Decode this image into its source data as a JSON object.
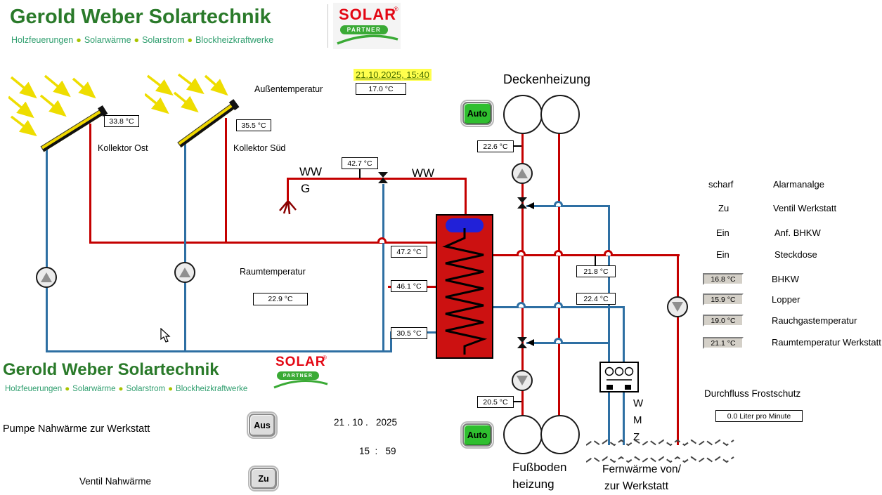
{
  "colors": {
    "pipe_hot": "#c40000",
    "pipe_cold": "#2e6fa3",
    "tank_red": "#cc1111",
    "tank_cap_blue": "#2121d8",
    "button_green": "#2fbf2f",
    "logo_green": "#2a7a2a",
    "solar_red": "#e30613",
    "partner_green": "#3aaa35",
    "highlight_yellow": "#ffff4d",
    "sun_yellow": "#eedd00"
  },
  "header": {
    "title": "Gerold Weber Solartechnik",
    "subtitle_items": [
      "Holzfeuerungen",
      "Solarwärme",
      "Solarstrom",
      "Blockheizkraftwerke"
    ],
    "solar_logo": {
      "word": "SOLAR",
      "partner": "PARTNER",
      "reg": "®"
    }
  },
  "top": {
    "datetime": "21.10.2025,  15:40",
    "outside_label": "Außentemperatur",
    "outside_temp": "17.0 °C"
  },
  "collectors": {
    "ost_label": "Kollektor Ost",
    "ost_temp": "33.8 °C",
    "sued_label": "Kollektor Süd",
    "sued_temp": "35.5 °C"
  },
  "ww": {
    "left_label": "WW",
    "g_label": "G",
    "right_label": "WW",
    "temp": "42.7 °C"
  },
  "tank": {
    "temp_top": "47.2 °C",
    "temp_mid": "46.1 °C",
    "temp_bottom": "30.5 °C"
  },
  "room": {
    "label": "Raumtemperatur",
    "temp": "22.9 °C"
  },
  "decken": {
    "label": "Deckenheizung",
    "auto": "Auto",
    "temp": "22.6 °C",
    "flow_temp": "21.8 °C",
    "return_temp": "22.4 °C"
  },
  "fussboden": {
    "label_line1": "Fußboden",
    "label_line2": "heizung",
    "auto": "Auto",
    "temp": "20.5 °C"
  },
  "status_panel": {
    "rows": [
      {
        "value": "scharf",
        "label": "Alarmanalge"
      },
      {
        "value": "Zu",
        "label": "Ventil Werkstatt"
      },
      {
        "value": "Ein",
        "label": "Anf. BHKW"
      },
      {
        "value": "Ein",
        "label": "Steckdose"
      }
    ],
    "temps": [
      {
        "value": "16.8 °C",
        "label": "BHKW"
      },
      {
        "value": "15.9 °C",
        "label": "Lopper"
      },
      {
        "value": "19.0 °C",
        "label": "Rauchgastemperatur"
      },
      {
        "value": "21.1 °C",
        "label": "Raumtemperatur Werkstatt"
      }
    ]
  },
  "frost": {
    "label": "Durchfluss Frostschutz",
    "value": "0.0 Liter pro Minute"
  },
  "wmz": {
    "w": "W",
    "m": "M",
    "z": "Z"
  },
  "fernwaerme": {
    "line1": "Fernwärme von/",
    "line2": "zur Werkstatt"
  },
  "bottom": {
    "pump_label": "Pumpe  Nahwärme zur Werkstatt",
    "pump_state": "Aus",
    "valve_label": "Ventil Nahwärme",
    "valve_state": "Zu",
    "date": "21 . 10 .   2025",
    "time": "15  :   59"
  }
}
